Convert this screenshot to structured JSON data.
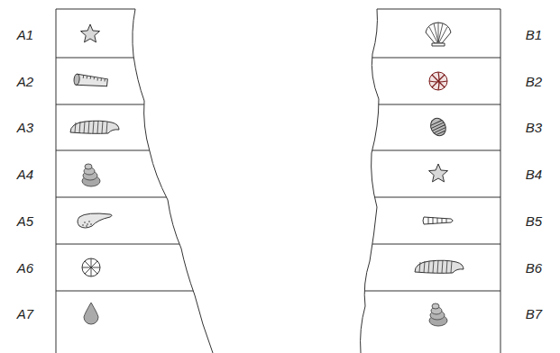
{
  "diagram": {
    "labels": [
      "A1",
      "A2",
      "A3",
      "A4",
      "A5",
      "A6",
      "A7",
      "B1",
      "B2",
      "B3",
      "B4",
      "B5",
      "B6",
      "B7"
    ]
  }
}
